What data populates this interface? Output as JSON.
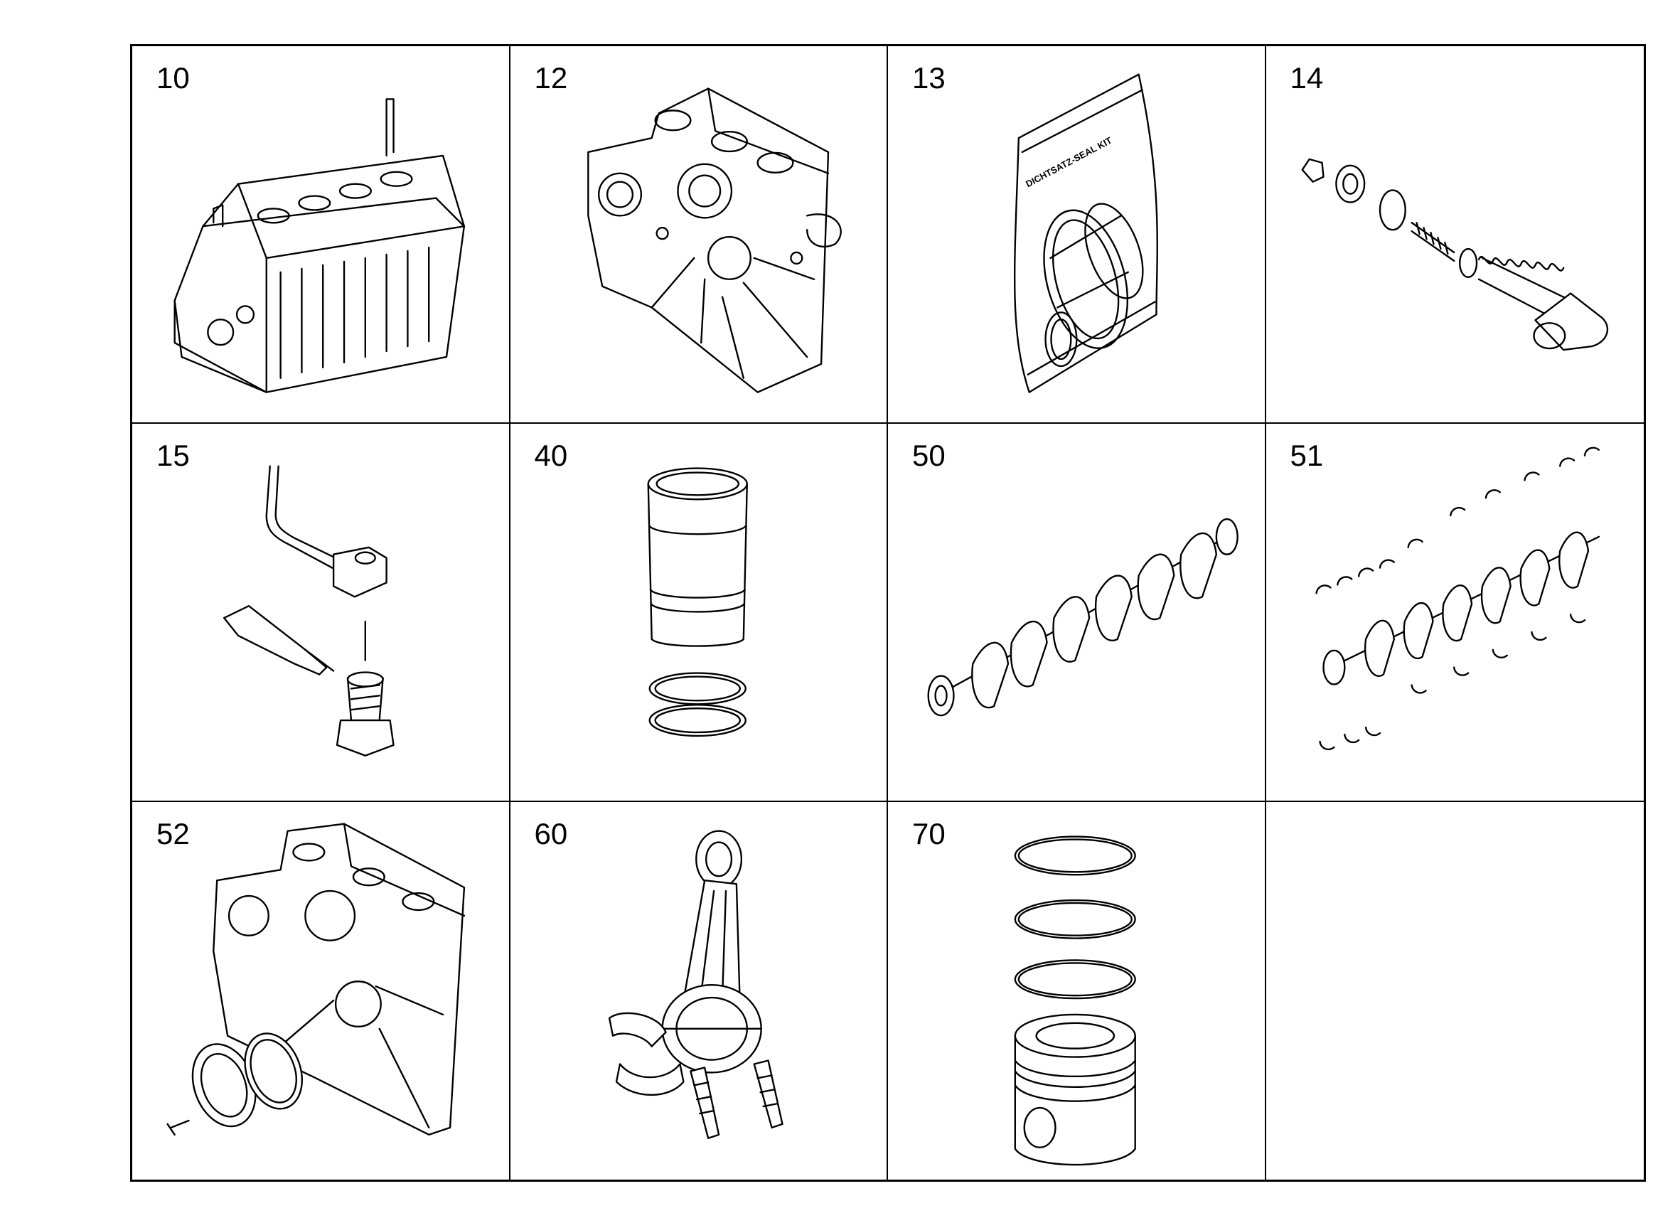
{
  "cells": [
    {
      "number": "10",
      "icon": "engine-block-icon"
    },
    {
      "number": "12",
      "icon": "timing-cover-icon"
    },
    {
      "number": "13",
      "icon": "seal-kit-bag-icon",
      "bag_label": "DICHTSATZ-SEAL KIT"
    },
    {
      "number": "14",
      "icon": "valve-spring-assembly-icon"
    },
    {
      "number": "15",
      "icon": "oil-pipe-and-banjo-bolt-icon"
    },
    {
      "number": "40",
      "icon": "cylinder-liner-icon"
    },
    {
      "number": "50",
      "icon": "crankshaft-icon"
    },
    {
      "number": "51",
      "icon": "crankshaft-with-bearings-icon"
    },
    {
      "number": "52",
      "icon": "front-cover-with-seal-icon"
    },
    {
      "number": "60",
      "icon": "connecting-rod-icon"
    },
    {
      "number": "70",
      "icon": "piston-with-rings-icon"
    },
    {
      "number": "",
      "icon": ""
    }
  ]
}
